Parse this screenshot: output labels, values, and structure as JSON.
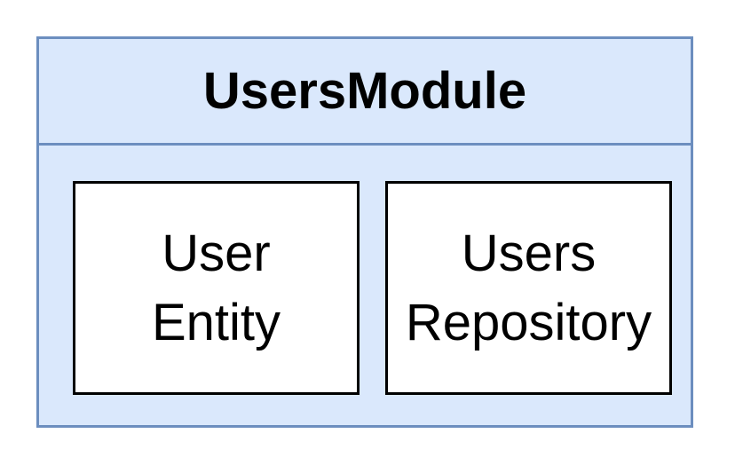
{
  "module": {
    "title": "UsersModule",
    "fill_color": "#dae8fc",
    "border_color": "#6c8ebf"
  },
  "components": [
    {
      "lines": [
        "User",
        "Entity"
      ]
    },
    {
      "lines": [
        "Users",
        "Repository"
      ]
    }
  ]
}
